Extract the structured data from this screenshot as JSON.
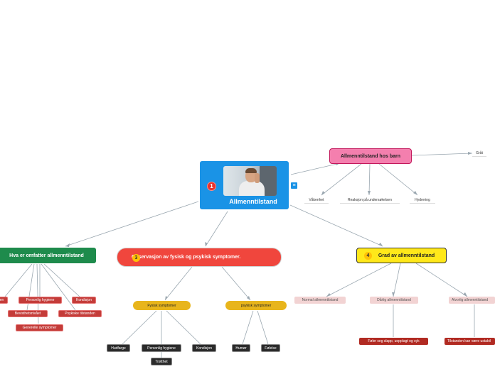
{
  "mindmap": {
    "central": {
      "title": "Allmenntilstand",
      "badge": "1",
      "photo_icon": "man-sitting-photo",
      "note_icon": "note-icon"
    },
    "barn": {
      "title": "Allmenntilstand hos barn",
      "children": [
        "Våkenhet",
        "Reaksjon på undersøkelsen",
        "Hydrering",
        "Gråt"
      ]
    },
    "hva": {
      "title": "Hva er omfatter allmenntilstand",
      "children": [
        "en",
        "Personlig hygiene",
        "Kondisjon",
        "Bevisthetsnivået",
        "Psykiske tilstanden",
        "Generelle symptomer"
      ]
    },
    "obs": {
      "title": "Observasjon av fysisk og psykisk symptomer.",
      "badge": "3",
      "fysisk": {
        "title": "Fysisk symptomer",
        "children": [
          "Hudfarge",
          "Personlig hygiene",
          "Kondisjon",
          "Trøtthet"
        ]
      },
      "psykisk": {
        "title": "psykisk symptomer",
        "children": [
          "Humør",
          "Følelse"
        ]
      }
    },
    "grad": {
      "title": "Grad av allmenntilstand",
      "badge": "4",
      "children": [
        "Normal allmenntilstand",
        "Dårlig allmenntilstand",
        "Alvorlig allmenntilstand"
      ],
      "darlig_detail": "Føler seg slapp, uopplagt og syk",
      "alvorlig_detail": "Tilstanden kan være ustabil"
    }
  },
  "colors": {
    "central": "#1a93e6",
    "barn": "#f47fae",
    "hva": "#1e8b4c",
    "obs": "#f0463d",
    "grad": "#ffe81a",
    "link": "#9aa7b0"
  }
}
